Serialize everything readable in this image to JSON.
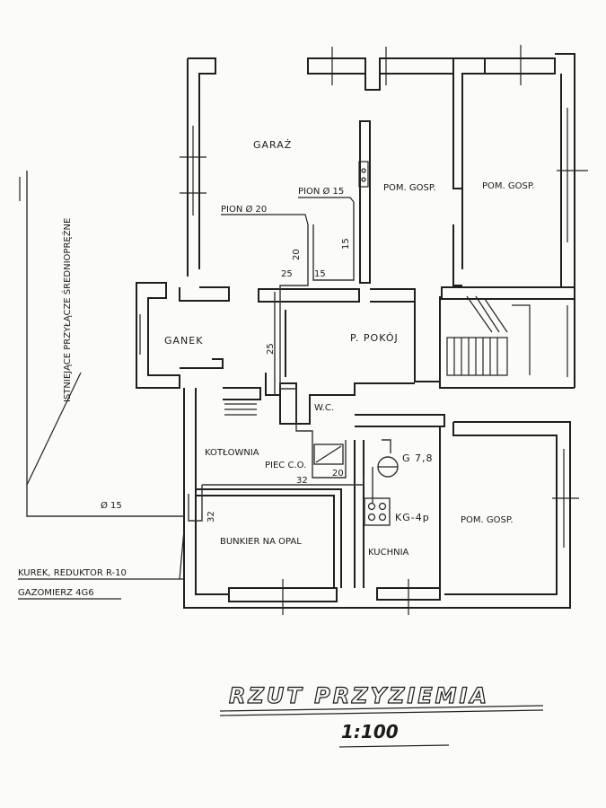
{
  "rooms": {
    "garaz": "GARAŻ",
    "pom_gosp_1": "POM. GOSP.",
    "pom_gosp_2": "POM. GOSP.",
    "pom_gosp_3": "POM. GOSP.",
    "ganek": "GANEK",
    "p_pokoj": "P. POKÓJ",
    "wc": "W.C.",
    "kotlownia": "KOTŁOWNIA",
    "bunkier": "BUNKIER NA OPAL",
    "kuchnia": "KUCHNIA"
  },
  "pipes": {
    "pion_20": "PION Ø 20",
    "pion_15": "PION Ø 15",
    "d20_a": "20",
    "d15_a": "15",
    "d25_a": "25",
    "d15_b": "15",
    "d25_b": "25",
    "d20_b": "20",
    "d32_a": "32",
    "d32_b": "32",
    "d15_c": "Ø 15"
  },
  "equipment": {
    "piec": "PIEC C.O.",
    "gas_meter": "G 7,8",
    "stove": "KG-4p"
  },
  "annotations": {
    "istniejace": "ISTNIEJĄCE PRZYŁĄCZE ŚREDNIOPRĘŻNE",
    "kurek": "KUREK, REDUKTOR R-10",
    "gazomierz": "GAZOMIERZ 4G6"
  },
  "title": {
    "main": "RZUT PRZYZIEMIA",
    "scale": "1:100"
  }
}
